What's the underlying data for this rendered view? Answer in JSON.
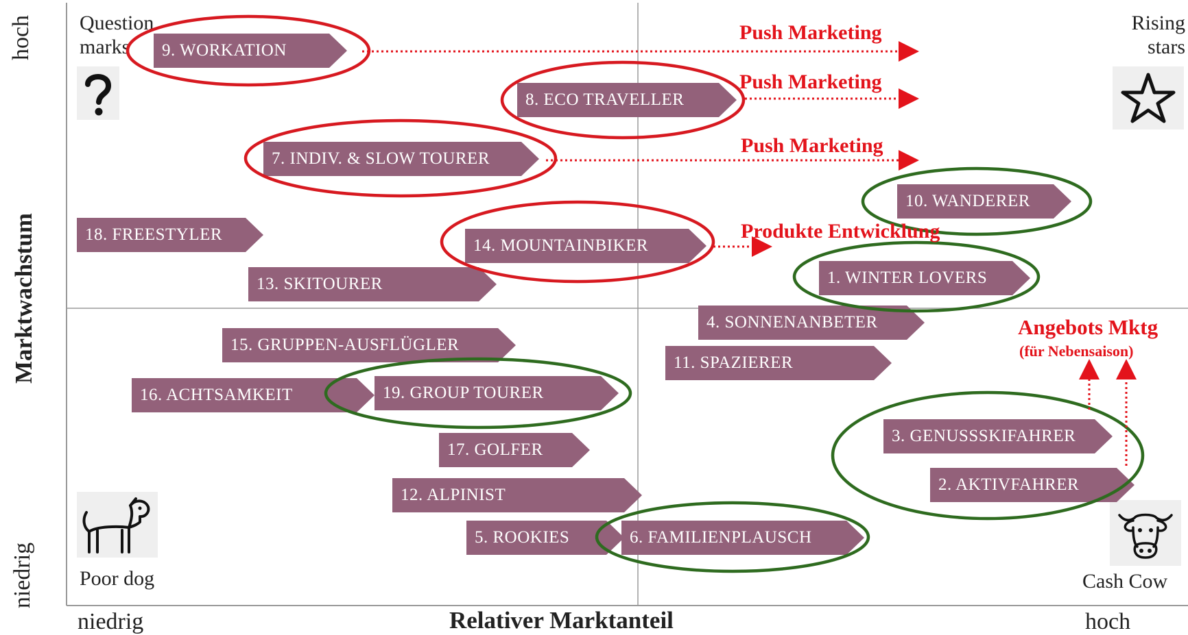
{
  "axes": {
    "y_title": "Marktwachstum",
    "y_high": "hoch",
    "y_low": "niedrig",
    "x_title": "Relativer Marktanteil",
    "x_low": "niedrig",
    "x_high": "hoch"
  },
  "quadrants": {
    "top_left": "Question marks",
    "top_right": "Rising stars",
    "bottom_left": "Poor dog",
    "bottom_right": "Cash Cow"
  },
  "icons": {
    "top_left": "question-mark-icon",
    "top_right": "star-icon",
    "bottom_left": "dog-icon",
    "bottom_right": "cow-icon"
  },
  "colors": {
    "segment": "#93617a",
    "red_ring": "#d71920",
    "green_ring": "#2e6b1f",
    "strategy_text": "#e3131b"
  },
  "segments": [
    {
      "id": "9",
      "label": "9. WORKATION",
      "ring": "red"
    },
    {
      "id": "8",
      "label": "8. ECO TRAVELLER",
      "ring": "red"
    },
    {
      "id": "7",
      "label": "7. INDIV. & SLOW  TOURER",
      "ring": "red"
    },
    {
      "id": "10",
      "label": "10. WANDERER",
      "ring": "green"
    },
    {
      "id": "18",
      "label": "18. FREESTYLER",
      "ring": "none"
    },
    {
      "id": "14",
      "label": "14. MOUNTAINBIKER",
      "ring": "red"
    },
    {
      "id": "1",
      "label": "1. WINTER LOVERS",
      "ring": "green"
    },
    {
      "id": "13",
      "label": "13. SKITOURER",
      "ring": "none"
    },
    {
      "id": "4",
      "label": "4. SONNENANBETER",
      "ring": "none"
    },
    {
      "id": "15",
      "label": "15. GRUPPEN-AUSFLÜGLER",
      "ring": "none"
    },
    {
      "id": "11",
      "label": "11. SPAZIERER",
      "ring": "none"
    },
    {
      "id": "16",
      "label": "16. ACHTSAMKEIT",
      "ring": "none"
    },
    {
      "id": "19",
      "label": "19. GROUP TOURER",
      "ring": "green"
    },
    {
      "id": "3",
      "label": "3. GENUSSSKIFAHRER",
      "ring": "green"
    },
    {
      "id": "17",
      "label": "17. GOLFER",
      "ring": "none"
    },
    {
      "id": "2",
      "label": "2. AKTIVFAHRER",
      "ring": "green"
    },
    {
      "id": "12",
      "label": "12. ALPINIST",
      "ring": "none"
    },
    {
      "id": "5",
      "label": "5. ROOKIES",
      "ring": "none"
    },
    {
      "id": "6",
      "label": "6. FAMILIENPLAUSCH",
      "ring": "green"
    }
  ],
  "strategies": {
    "push_1": "Push Marketing",
    "push_2": "Push Marketing",
    "push_3": "Push Marketing",
    "produkte": "Produkte Entwicklung",
    "angebots": "Angebots Mktg",
    "angebots_sub": "(für Nebensaison)"
  }
}
